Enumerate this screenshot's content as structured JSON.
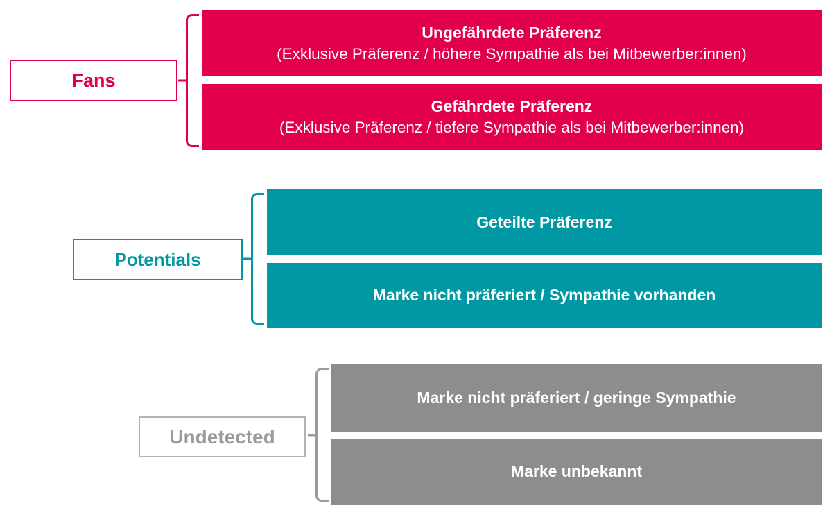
{
  "diagram": {
    "description": "Brand preference pyramid segments: Fans, Potentials, Undetected",
    "background": "#ffffff"
  },
  "groups": [
    {
      "id": "fans",
      "label": "Fans",
      "color": "#e2004d",
      "label_color": "#e2004d",
      "bars": [
        {
          "title": "Ungefährdete Präferenz",
          "subtitle": "(Exklusive Präferenz / höhere Sympathie als bei Mitbewerber:innen)"
        },
        {
          "title": "Gefährdete Präferenz",
          "subtitle": "(Exklusive Präferenz / tiefere Sympathie als bei Mitbewerber:innen)"
        }
      ]
    },
    {
      "id": "potentials",
      "label": "Potentials",
      "color": "#0098a3",
      "label_color": "#0098a3",
      "bars": [
        {
          "title": "Geteilte Präferenz"
        },
        {
          "title": "Marke nicht präferiert / Sympathie vorhanden"
        }
      ]
    },
    {
      "id": "undetected",
      "label": "Undetected",
      "color": "#8d8d8d",
      "label_color": "#9b9b9b",
      "box_border": "#b4b4b4",
      "bars": [
        {
          "title": "Marke nicht präferiert / geringe Sympathie"
        },
        {
          "title": "Marke unbekannt"
        }
      ]
    }
  ]
}
